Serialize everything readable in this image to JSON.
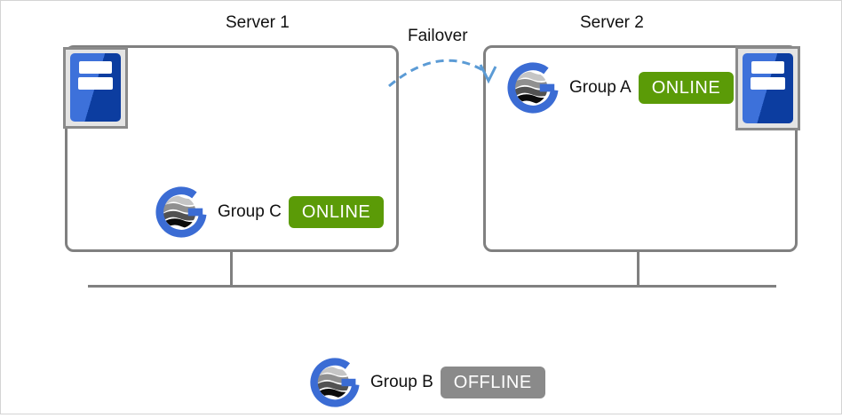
{
  "labels": {
    "failover": "Failover"
  },
  "servers": [
    {
      "title": "Server 1",
      "groups": [
        {
          "name": "Group C",
          "status": "ONLINE"
        }
      ]
    },
    {
      "title": "Server 2",
      "groups": [
        {
          "name": "Group A",
          "status": "ONLINE"
        }
      ]
    }
  ],
  "unhosted_group": {
    "name": "Group B",
    "status": "OFFLINE"
  },
  "failover_arrow": {
    "label": "Failover",
    "from": "Server 1",
    "to": "Server 2",
    "style": "dashed-arc"
  },
  "icons": {
    "server": "server-tower-icon",
    "group": "group-globe-icon"
  },
  "colors": {
    "online_badge": "#5b9b07",
    "offline_badge": "#8a8a8a",
    "server_border": "#808080",
    "network_line": "#808080",
    "failover_arc": "#5b9bd5",
    "logo_blue": "#3b6cd4",
    "tower_blue_light": "#3d71da",
    "tower_blue_dark": "#0c3da0",
    "icon_box_fill": "#e4e4e4",
    "frame_border": "#d4d4d4"
  }
}
